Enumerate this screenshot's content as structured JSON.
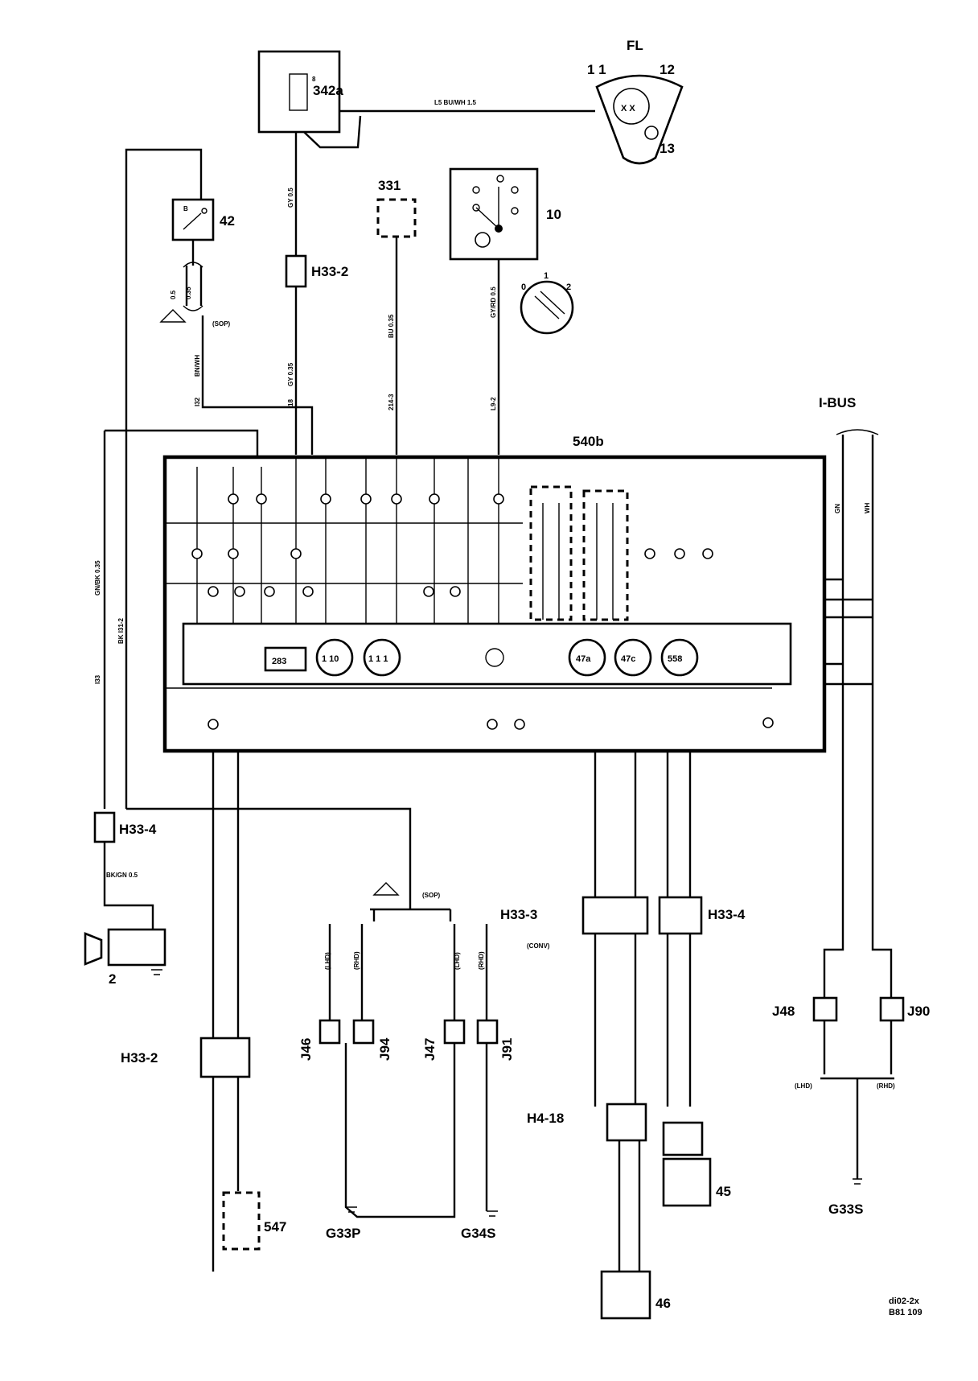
{
  "components": {
    "fuse_342a": "342a",
    "fuse_terminal": "8",
    "lamp_fl": "FL",
    "lamp_11": "1 1",
    "lamp_12": "12",
    "lamp_13": "13",
    "relay_42": "42",
    "relay_pin_b": "B",
    "module_331": "331",
    "switch_10": "10",
    "dial_0": "0",
    "dial_1": "1",
    "dial_2": "2",
    "unit_540b": "540b",
    "ibus": "I-BUS",
    "conn_h33_2_top": "H33-2",
    "conn_h33_4_left": "H33-4",
    "conn_h33_3": "H33-3",
    "conn_h33_4_right": "H33-4",
    "conn_h33_2_bottom": "H33-2",
    "conn_h4_18": "H4-18",
    "horn_2": "2",
    "sensor_45": "45",
    "sensor_46": "46",
    "comp_547": "547",
    "j46": "J46",
    "j94": "J94",
    "j47": "J47",
    "j91": "J91",
    "j48": "J48",
    "j90": "J90",
    "g33p": "G33P",
    "g34s": "G34S",
    "g33s": "G33S",
    "gauge_283": "283",
    "gauge_110": "1 10",
    "gauge_111": "1 1 1",
    "gauge_47a": "47a",
    "gauge_47c": "47c",
    "gauge_558": "558"
  },
  "wire_labels": {
    "top_wire": "L5    BU/WH    1.5",
    "gy05": "GY   0.5",
    "gy035": "GY   0.35",
    "bu035": "BU   0.35",
    "gyrd05": "GY/RD   0.5",
    "bnwh": "BN/WH",
    "i32": "I32",
    "w18": "18",
    "w214": "214-3",
    "l92": "L9-2",
    "gnbk": "GN/BK   0.35",
    "bk_i31": "BK   I31-2",
    "i33": "I33",
    "horn_wire": "BK/GN   0.5",
    "gn": "GN",
    "wh": "WH",
    "sop": "(SOP)",
    "conv": "(CONV)",
    "lhd": "(LHD)",
    "rhd": "(RHD)"
  },
  "footer": {
    "code": "di02-2x",
    "sub": "B81    109"
  }
}
